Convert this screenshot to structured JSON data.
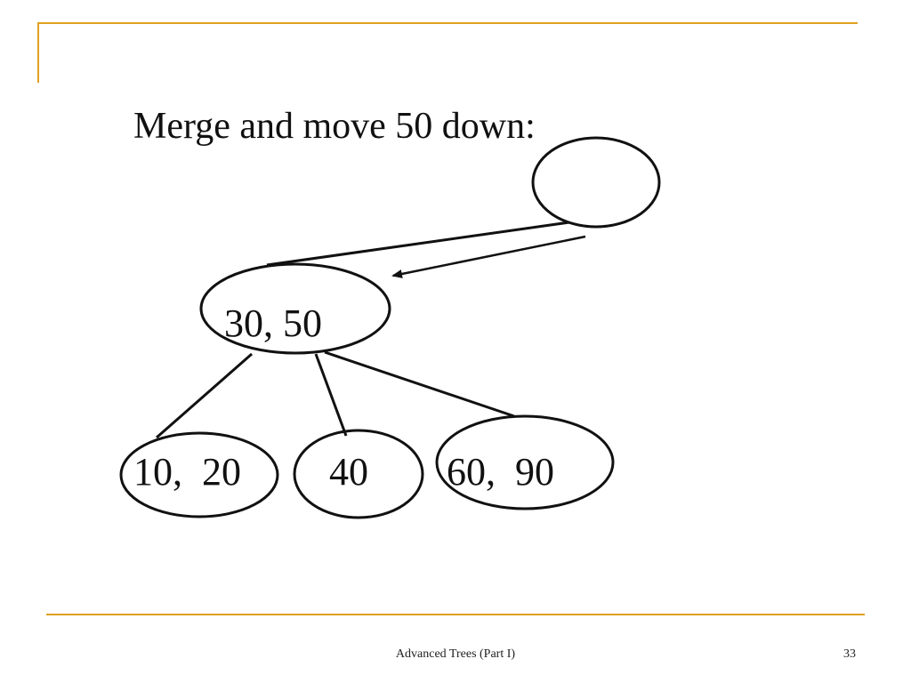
{
  "slide": {
    "heading": "Merge and move 50 down:",
    "footer_title": "Advanced Trees (Part I)",
    "page_number": "33",
    "accent_color": "#e0a020"
  },
  "tree": {
    "root": {
      "label": ""
    },
    "parent": {
      "label": "30, 50"
    },
    "children": [
      {
        "label": "10,  20"
      },
      {
        "label": "40"
      },
      {
        "label": "60,  90"
      }
    ]
  }
}
